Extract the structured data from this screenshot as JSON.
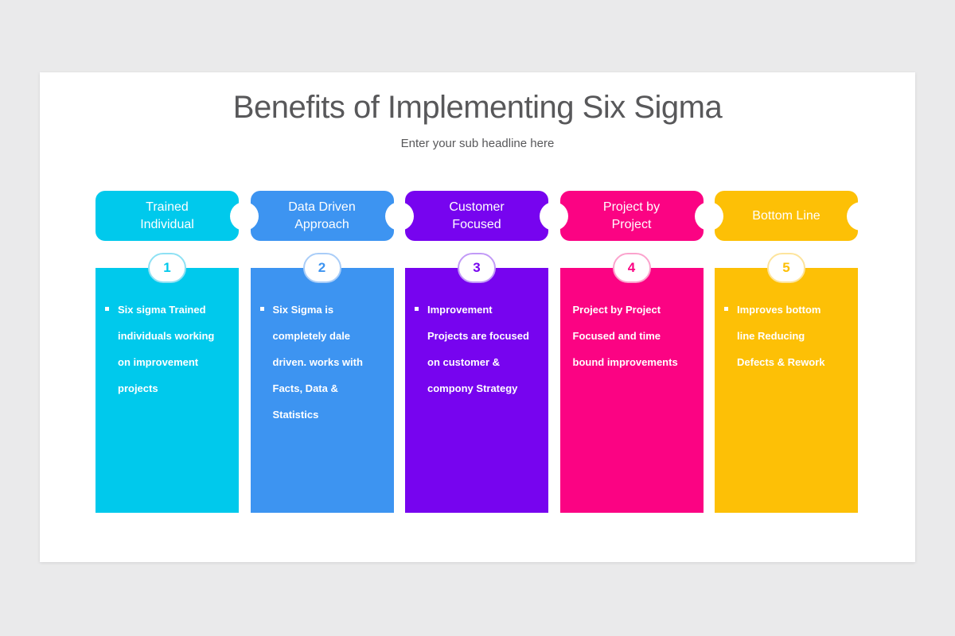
{
  "background": "#eaeaeb",
  "slide": {
    "title": "Benefits of Implementing Six Sigma",
    "subtitle": "Enter your sub headline here",
    "title_color": "#58585a"
  },
  "icons": {
    "bullet": "square-bullet-icon",
    "connector": "connector-circle"
  },
  "columns": [
    {
      "number": "1",
      "header": "Trained\nIndividual",
      "body": "Six sigma Trained\nindividuals working\non improvement\nprojects",
      "has_bullet": true,
      "color": "#00c9ec",
      "badge_border": "#8ee1f4"
    },
    {
      "number": "2",
      "header": "Data Driven\nApproach",
      "body": "Six Sigma is\ncompletely dale\ndriven. works with\nFacts, Data &\nStatistics",
      "has_bullet": true,
      "color": "#3d94f1",
      "badge_border": "#a9cdf8"
    },
    {
      "number": "3",
      "header": "Customer\nFocused",
      "body": "Improvement\nProjects are focused\non customer &\ncompony Strategy",
      "has_bullet": true,
      "color": "#7704ef",
      "badge_border": "#c29af7"
    },
    {
      "number": "4",
      "header": "Project by\nProject",
      "body": "Project by Project\nFocused and time\nbound improvements",
      "has_bullet": false,
      "color": "#fb0383",
      "badge_border": "#fba3cd"
    },
    {
      "number": "5",
      "header": "Bottom Line",
      "body": "Improves bottom\nline Reducing\nDefects & Rework",
      "has_bullet": true,
      "color": "#fdc006",
      "badge_border": "#fde49c"
    }
  ]
}
